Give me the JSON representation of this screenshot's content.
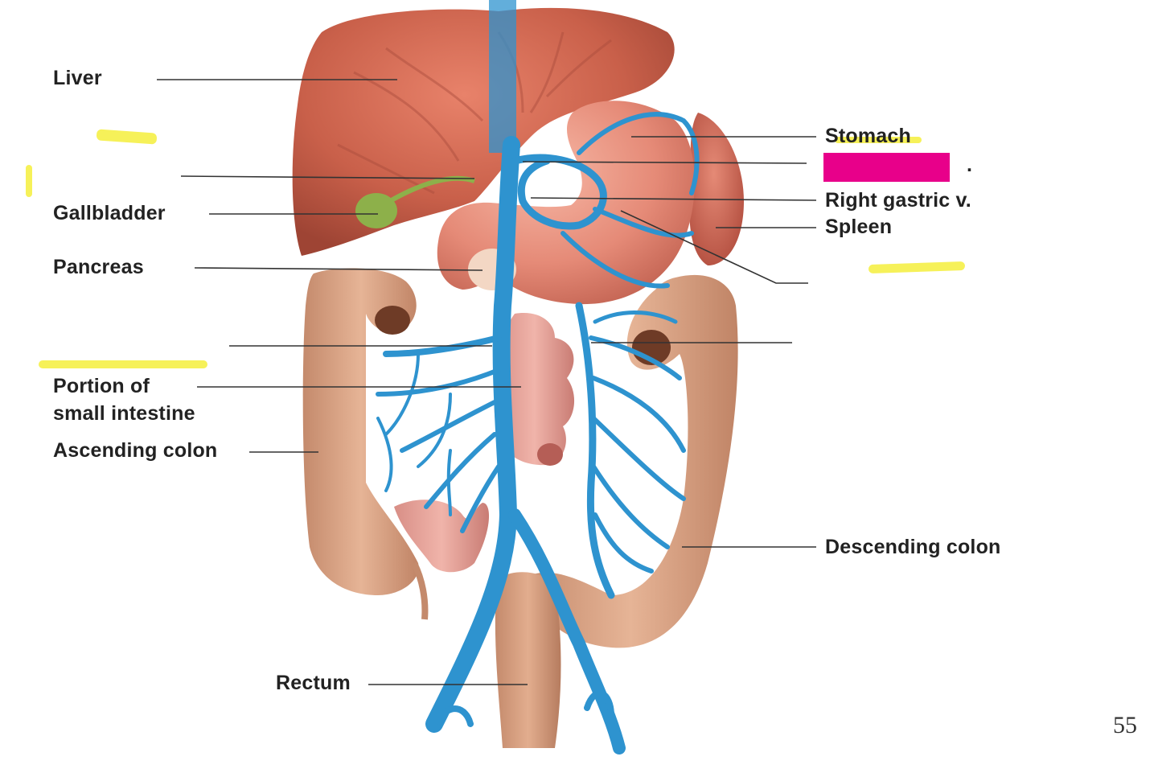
{
  "labels": {
    "liver": "Liver",
    "gallbladder": "Gallbladder",
    "pancreas": "Pancreas",
    "small_intestine_line1": "Portion of",
    "small_intestine_line2": "small intestine",
    "ascending_colon": "Ascending colon",
    "rectum": "Rectum",
    "stomach": "Stomach",
    "right_gastric_v": "Right gastric v.",
    "spleen": "Spleen",
    "descending_colon": "Descending colon",
    "stray_mark": "."
  },
  "page_number": "55",
  "colors": {
    "liver": "#c8604a",
    "vein": "#2e93cf",
    "colon": "#d7a182",
    "stomach": "#e48a78",
    "gallbladder": "#8db04a",
    "redaction": "#e8008a",
    "highlight": "#f4ef3c"
  }
}
